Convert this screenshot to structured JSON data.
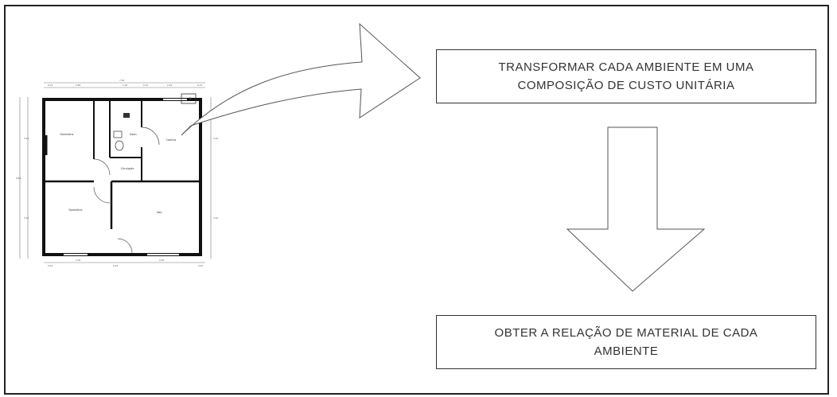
{
  "diagram": {
    "box_top": {
      "line1": "TRANSFORMAR CADA AMBIENTE EM UMA",
      "line2": "COMPOSIÇÃO DE CUSTO UNITÁRIA"
    },
    "box_bottom": {
      "line1": "OBTER A RELAÇÃO DE MATERIAL DE CADA",
      "line2": "AMBIENTE"
    },
    "floor_plan": {
      "rooms": {
        "dormitorio_top": "Dormitório",
        "banheiro": "Banh.",
        "cozinha": "Cozinha",
        "circulacao": "Circulação",
        "dormitorio_bottom": "Dormitório",
        "sala": "Sala"
      },
      "dimensions": {
        "total_width": "7.00",
        "top_seg1": "0.15",
        "top_seg2": "2.85",
        "top_seg3": "1.20",
        "top_seg4": "0.15",
        "top_seg5": "2.45",
        "top_seg6": "0.15",
        "left_total": "6.80",
        "left_seg1": "3.10",
        "left_seg2": "3.10",
        "right_seg1": "3.10",
        "right_seg2": "3.10",
        "bottom_seg1": "0.15",
        "bottom_seg2": "0.15",
        "bottom_seg3": "0.15",
        "bottom_w1": "1.00",
        "bottom_w2": "2.00"
      }
    }
  }
}
